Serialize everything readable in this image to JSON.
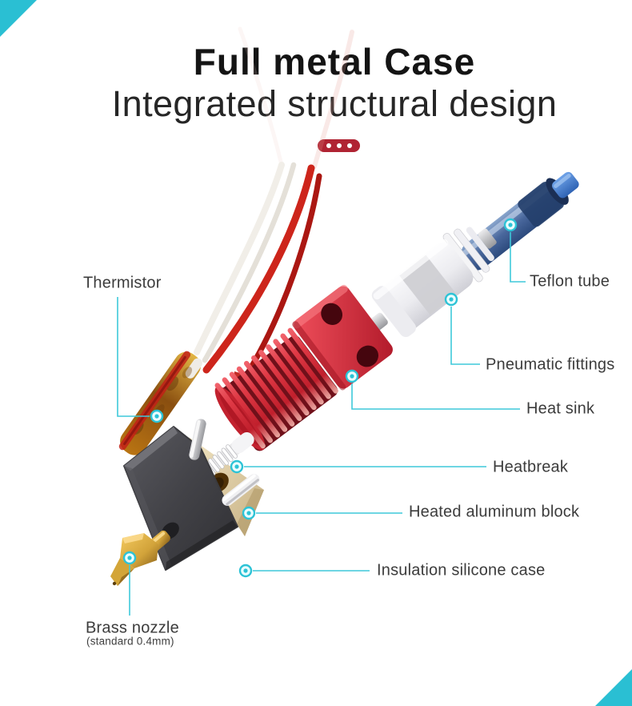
{
  "header": {
    "title": "Full metal Case",
    "subtitle": "Integrated structural design"
  },
  "badge": {
    "dot_count": 3,
    "color": "#b02433"
  },
  "accent": {
    "callout_teal": "#2fc5d6",
    "label_text": "#3c3c3c"
  },
  "labels": {
    "thermistor": "Thermistor",
    "teflon_tube": "Teflon tube",
    "pneumatic_fittings": "Pneumatic fittings",
    "heat_sink": "Heat sink",
    "heatbreak": "Heatbreak",
    "heated_aluminum_block": "Heated aluminum block",
    "insulation_silicone_case": "Insulation silicone case",
    "brass_nozzle": "Brass nozzle",
    "brass_nozzle_sub": "(standard 0.4mm)"
  }
}
